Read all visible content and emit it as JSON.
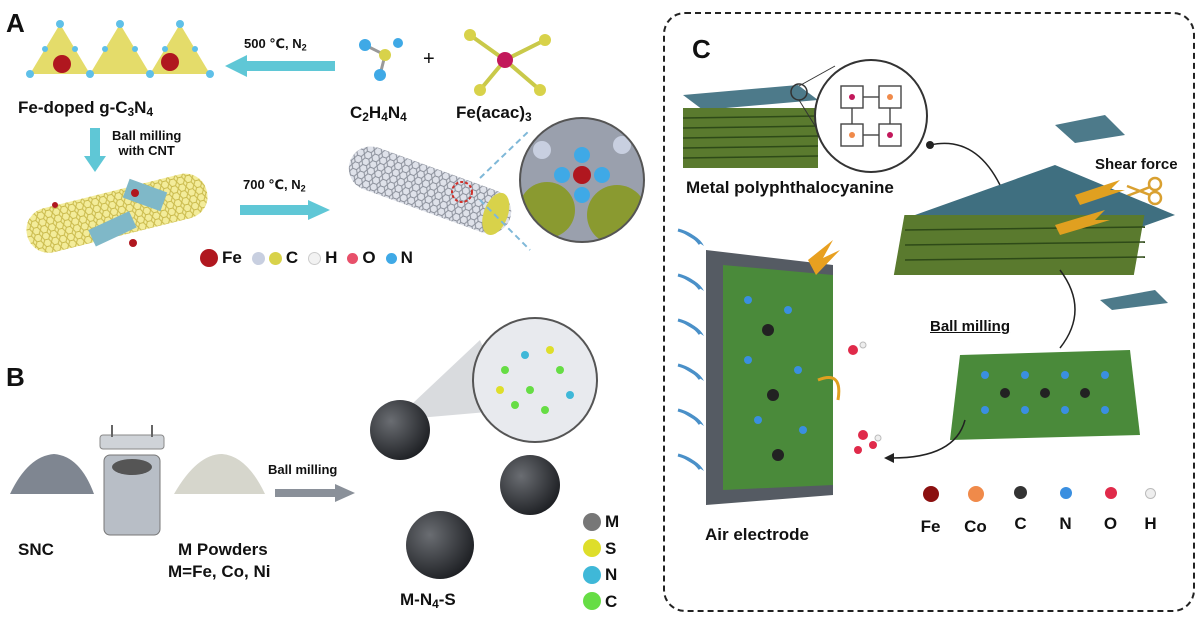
{
  "panelA": {
    "letter": "A",
    "fe_doped_label": "Fe-doped g-C",
    "fe_doped_sub1": "3",
    "fe_doped_mid": "N",
    "fe_doped_sub2": "4",
    "cond1": "500 ℃, N",
    "cond1_sub": "2",
    "reagent1": "C",
    "reagent1_sub1": "2",
    "reagent1_mid1": "H",
    "reagent1_sub2": "4",
    "reagent1_mid2": "N",
    "reagent1_sub3": "4",
    "plus": "+",
    "reagent2": "Fe(acac)",
    "reagent2_sub": "3",
    "ball_milling_line1": "Ball milling",
    "ball_milling_line2": "with CNT",
    "cond2": "700 ℃, N",
    "cond2_sub": "2",
    "legend": [
      {
        "label": "Fe",
        "color": "#b0171f"
      },
      {
        "label": "C",
        "color": "#c8cfe0",
        "color2": "#d8d24a"
      },
      {
        "label": "H",
        "color": "#f2f2f2"
      },
      {
        "label": "O",
        "color": "#e8506a"
      },
      {
        "label": "N",
        "color": "#3fa9e6"
      }
    ]
  },
  "panelB": {
    "letter": "B",
    "snc": "SNC",
    "m_powders": "M Powders",
    "m_eq": "M=Fe, Co, Ni",
    "ball_milling": "Ball milling",
    "product": "M-N",
    "product_sub": "4",
    "product_tail": "-S",
    "legend": [
      {
        "label": "M",
        "color": "#777777"
      },
      {
        "label": "S",
        "color": "#dede2a"
      },
      {
        "label": "N",
        "color": "#3fb8d8"
      },
      {
        "label": "C",
        "color": "#66dd44"
      }
    ]
  },
  "panelC": {
    "letter": "C",
    "metal_poly": "Metal polyphthalocyanine",
    "shear": "Shear force",
    "ball_milling": "Ball milling",
    "air_electrode": "Air electrode",
    "legend": [
      {
        "label": "Fe",
        "color": "#8b1010"
      },
      {
        "label": "Co",
        "color": "#f08a4a"
      },
      {
        "label": "C",
        "color": "#333333"
      },
      {
        "label": "N",
        "color": "#3a8fe0"
      },
      {
        "label": "O",
        "color": "#e02a4a"
      },
      {
        "label": "H",
        "color": "#eeeeee"
      }
    ]
  }
}
